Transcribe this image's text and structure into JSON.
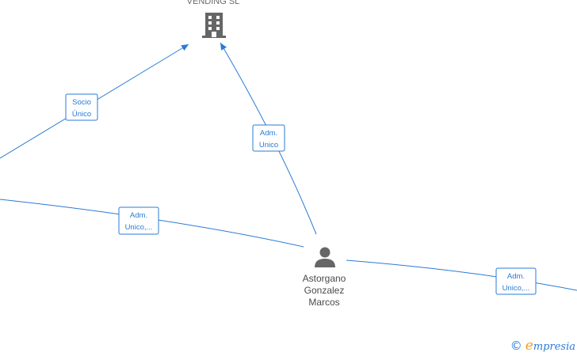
{
  "company": {
    "label": "VENDING  SL",
    "icon": "building-icon"
  },
  "person": {
    "name_lines": [
      "Astorgano",
      "Gonzalez",
      "Marcos"
    ],
    "icon": "person-icon"
  },
  "edges": [
    {
      "id": "socio-unico",
      "lines": [
        "Socio",
        "Único"
      ]
    },
    {
      "id": "adm-unico-top",
      "lines": [
        "Adm.",
        "Unico"
      ]
    },
    {
      "id": "adm-unico-left",
      "lines": [
        "Adm.",
        "Unico,..."
      ]
    },
    {
      "id": "adm-unico-right",
      "lines": [
        "Adm.",
        "Unico,..."
      ]
    }
  ],
  "watermark": {
    "copyright": "©",
    "brand_initial": "e",
    "brand_rest": "mpresia"
  },
  "colors": {
    "edge": "#2a7bd4",
    "icon": "#666666",
    "accent": "#f0a020"
  }
}
